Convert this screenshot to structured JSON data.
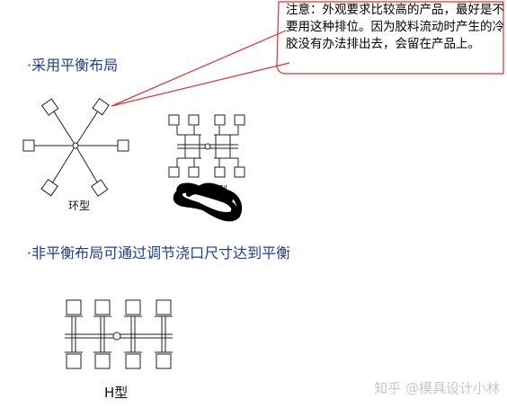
{
  "callout": {
    "text": "注意：外观要求比较高的产品，最好是不要用这种排位。因为胶料流动时产生的冷胶没有办法排出去，会留在产品上。",
    "border_color": "#e03030",
    "pointer_color": "#e03030"
  },
  "sections": {
    "balanced_title": "·采用平衡布局",
    "unbalanced_title": "·非平衡布局可通过调节浇口尺寸达到平衡"
  },
  "labels": {
    "ring": "环型",
    "symmetric": "对称型",
    "h_type": "H型"
  },
  "watermark": "知乎 @模具设计小林",
  "colors": {
    "heading": "#1f3f8f",
    "line": "#222222",
    "scribble": "#000000"
  }
}
